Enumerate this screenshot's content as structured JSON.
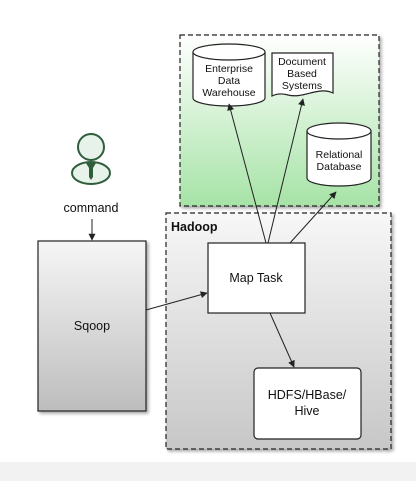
{
  "actor": {
    "label": "command",
    "icon": "user-icon"
  },
  "sqoop": {
    "label": "Sqoop"
  },
  "hadoop": {
    "title": "Hadoop",
    "map_task": "Map Task",
    "storage": [
      "HDFS/HBase/",
      "Hive"
    ]
  },
  "targets": {
    "edw": [
      "Enterprise",
      "Data",
      "Warehouse"
    ],
    "doc": [
      "Document",
      "Based",
      "Systems"
    ],
    "rdb": [
      "Relational",
      "Database"
    ]
  },
  "colors": {
    "green_top": "#ffffff",
    "green_bottom": "#a8e6a8",
    "grey_light": "#f4f4f4",
    "grey_dark": "#c9c9c9",
    "stroke": "#222222",
    "person_fill": "#e6f2ea",
    "person_stroke": "#2f5e3c"
  }
}
